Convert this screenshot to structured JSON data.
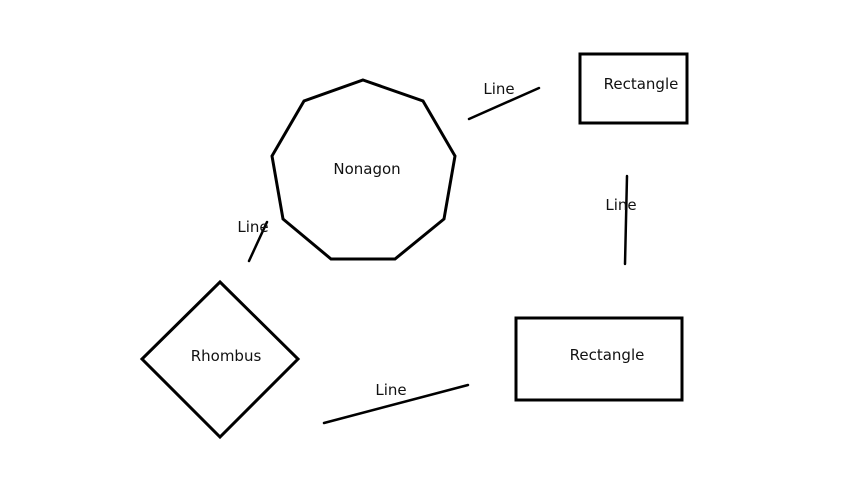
{
  "diagram": {
    "nonagon": {
      "label": "Nonagon"
    },
    "rectangle_top": {
      "label": "Rectangle"
    },
    "rectangle_bottom": {
      "label": "Rectangle"
    },
    "rhombus": {
      "label": "Rhombus"
    },
    "line_nonagon_rectangle": {
      "label": "Line"
    },
    "line_rectangle_rectangle": {
      "label": "Line"
    },
    "line_nonagon_rhombus": {
      "label": "Line"
    },
    "line_rhombus_rectangle": {
      "label": "Line"
    }
  }
}
